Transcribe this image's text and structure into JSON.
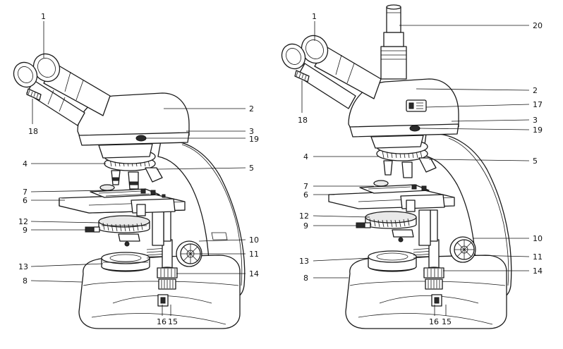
{
  "left_microscope": {
    "callouts": [
      {
        "id": "1",
        "text": "1"
      },
      {
        "id": "2",
        "text": "2"
      },
      {
        "id": "3",
        "text": "3"
      },
      {
        "id": "19",
        "text": "19"
      },
      {
        "id": "4",
        "text": "4"
      },
      {
        "id": "5",
        "text": "5"
      },
      {
        "id": "7",
        "text": "7"
      },
      {
        "id": "6",
        "text": "6"
      },
      {
        "id": "12",
        "text": "12"
      },
      {
        "id": "9",
        "text": "9"
      },
      {
        "id": "10",
        "text": "10"
      },
      {
        "id": "11",
        "text": "11"
      },
      {
        "id": "13",
        "text": "13"
      },
      {
        "id": "14",
        "text": "14"
      },
      {
        "id": "8",
        "text": "8"
      },
      {
        "id": "18",
        "text": "18"
      },
      {
        "id": "16",
        "text": "16"
      },
      {
        "id": "15",
        "text": "15"
      }
    ]
  },
  "right_microscope": {
    "callouts": [
      {
        "id": "1",
        "text": "1"
      },
      {
        "id": "20",
        "text": "20"
      },
      {
        "id": "2",
        "text": "2"
      },
      {
        "id": "17",
        "text": "17"
      },
      {
        "id": "3",
        "text": "3"
      },
      {
        "id": "19",
        "text": "19"
      },
      {
        "id": "18",
        "text": "18"
      },
      {
        "id": "4",
        "text": "4"
      },
      {
        "id": "5",
        "text": "5"
      },
      {
        "id": "7",
        "text": "7"
      },
      {
        "id": "6",
        "text": "6"
      },
      {
        "id": "12",
        "text": "12"
      },
      {
        "id": "9",
        "text": "9"
      },
      {
        "id": "10",
        "text": "10"
      },
      {
        "id": "11",
        "text": "11"
      },
      {
        "id": "13",
        "text": "13"
      },
      {
        "id": "14",
        "text": "14"
      },
      {
        "id": "8",
        "text": "8"
      },
      {
        "id": "16",
        "text": "16"
      },
      {
        "id": "15",
        "text": "15"
      }
    ]
  }
}
